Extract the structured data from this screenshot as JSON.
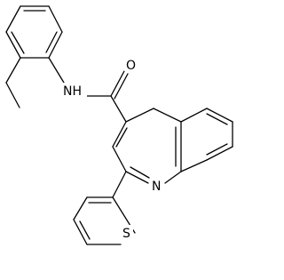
{
  "molecule": {
    "atom_labels": {
      "oxygen": "O",
      "amide_nitrogen": "NH",
      "ring_nitrogen": "N",
      "sulfur": "S"
    }
  }
}
